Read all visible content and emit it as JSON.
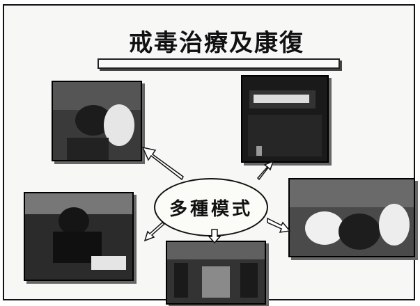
{
  "slide": {
    "title": "戒毒治療及康復",
    "center_label": "多種模式"
  },
  "photos": [
    {
      "id": "top-left",
      "icon": "photo-counseling"
    },
    {
      "id": "top-right",
      "icon": "photo-building-sign"
    },
    {
      "id": "right",
      "icon": "photo-group-session"
    },
    {
      "id": "bottom-left",
      "icon": "photo-clinic-desk"
    },
    {
      "id": "bottom-center",
      "icon": "photo-hall-interior"
    }
  ]
}
